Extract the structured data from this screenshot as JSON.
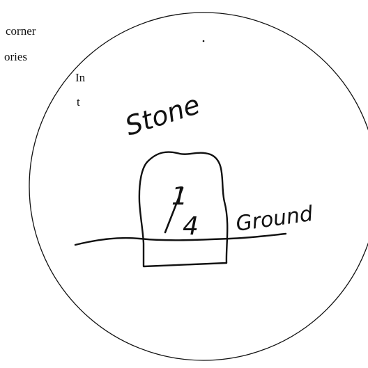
{
  "text_fragments": [
    "corner",
    "ories",
    "In",
    "t"
  ],
  "diagram": {
    "stone_label": "Stone",
    "fraction_numerator": "1",
    "fraction_denominator": "4",
    "ground_label": "Ground"
  },
  "colors": {
    "ink": "#111111",
    "background": "#ffffff"
  }
}
